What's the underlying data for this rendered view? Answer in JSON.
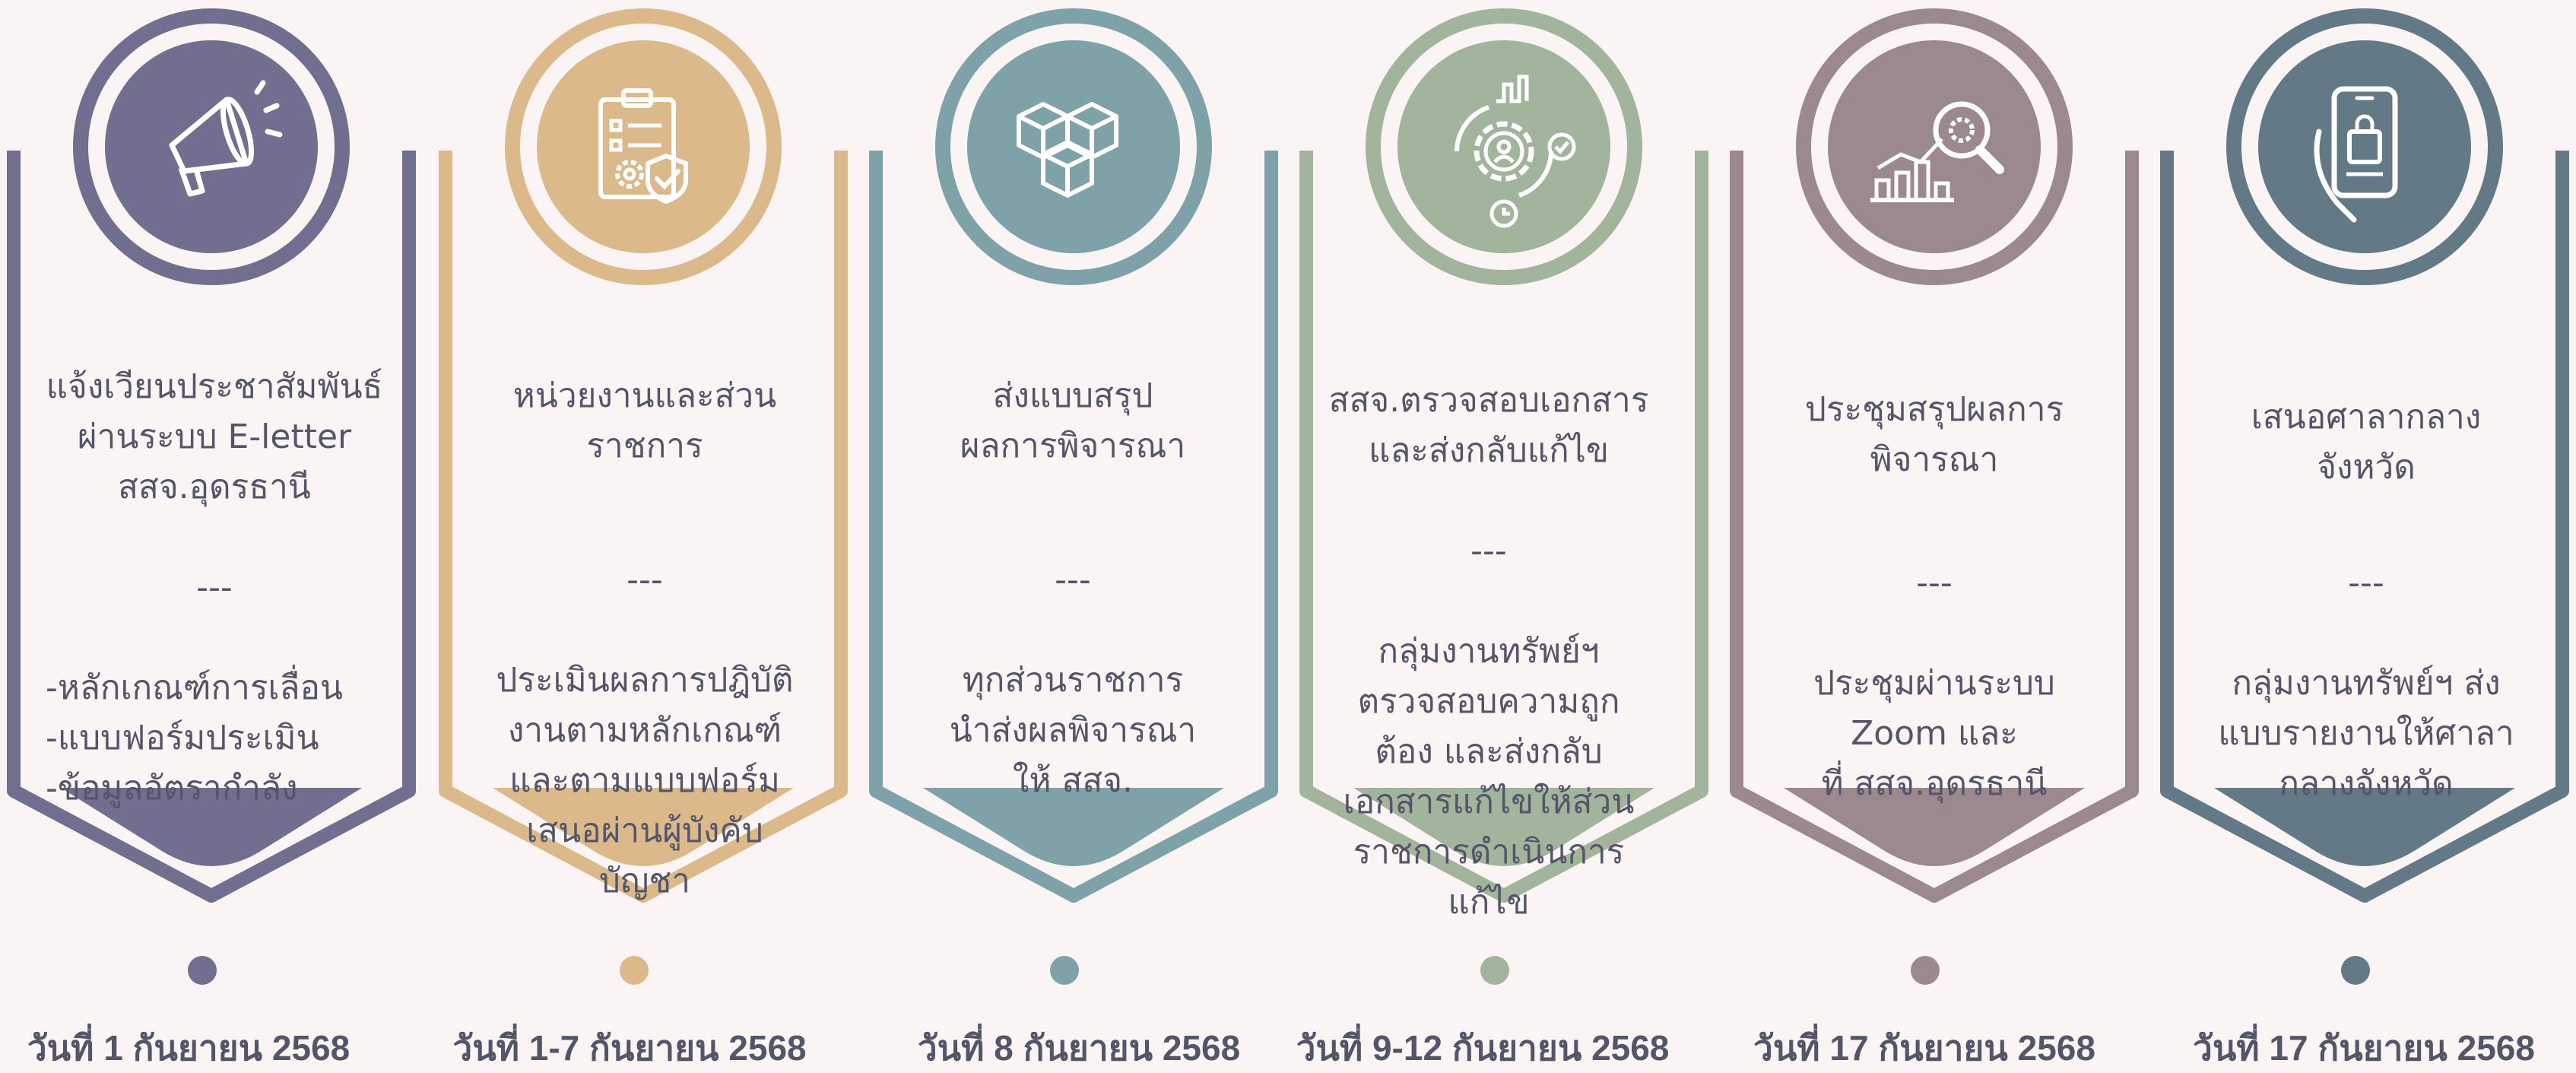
{
  "steps": [
    {
      "title": "แจ้งเวียนประชาสัมพันธ์\nผ่านระบบ E-letter\nสสจ.อุดรธานี",
      "separator": "---",
      "description": "-หลักเกณฑ์การเลื่อน\n-แบบฟอร์มประเมิน\n-ข้อมูลอัตรากำลัง",
      "date": "วันที่ 1 กันยายน 2568",
      "color": "#726e8f",
      "icon": "megaphone-icon"
    },
    {
      "title": "หน่วยงานและส่วนราชการ",
      "separator": "---",
      "description": "ประเมินผลการปฎิบัติ\nงานตามหลักเกณฑ์\nและตามแบบฟอร์ม\nเสนอผ่านผู้บังคับ\nบัญชา",
      "date": "วันที่ 1-7 กันยายน 2568",
      "color": "#dcb98a",
      "icon": "clipboard-gear-check-icon"
    },
    {
      "title": "ส่งแบบสรุป\nผลการพิจารณา",
      "separator": "---",
      "description": "ทุกส่วนราชการ\nนำส่งผลพิจารณา\nให้ สสจ.",
      "date": "วันที่ 8 กันยายน 2568",
      "color": "#7fa2a8",
      "icon": "boxes-icon"
    },
    {
      "title": "สสจ.ตรวจสอบเอกสาร\nและส่งกลับแก้ไข",
      "separator": "---",
      "description": "กลุ่มงานทรัพย์ฯ\nตรวจสอบความถูก\nต้อง และส่งกลับ\nเอกสารแก้ไขให้ส่วน\nราชการดำเนินการ\nแก้ไข",
      "date": "วันที่ 9-12 กันยายน 2568",
      "color": "#a3b49d",
      "icon": "gear-user-cycle-icon"
    },
    {
      "title": "ประชุมสรุปผลการ\nพิจารณา",
      "separator": "---",
      "description": "ประชุมผ่านระบบ\nZoom และ\nที่ สสจ.อุดรธานี",
      "date": "วันที่ 17 กันยายน 2568",
      "color": "#9c898f",
      "icon": "chart-magnifier-icon"
    },
    {
      "title": "เสนอศาลากลาง\nจังหวัด",
      "separator": "---",
      "description": "กลุ่มงานทรัพย์ฯ ส่ง\nแบบรายงานให้ศาลา\nกลางจังหวัด",
      "date": "วันที่ 17 กันยายน 2568",
      "color": "#637a86",
      "icon": "phone-shopping-icon"
    }
  ]
}
